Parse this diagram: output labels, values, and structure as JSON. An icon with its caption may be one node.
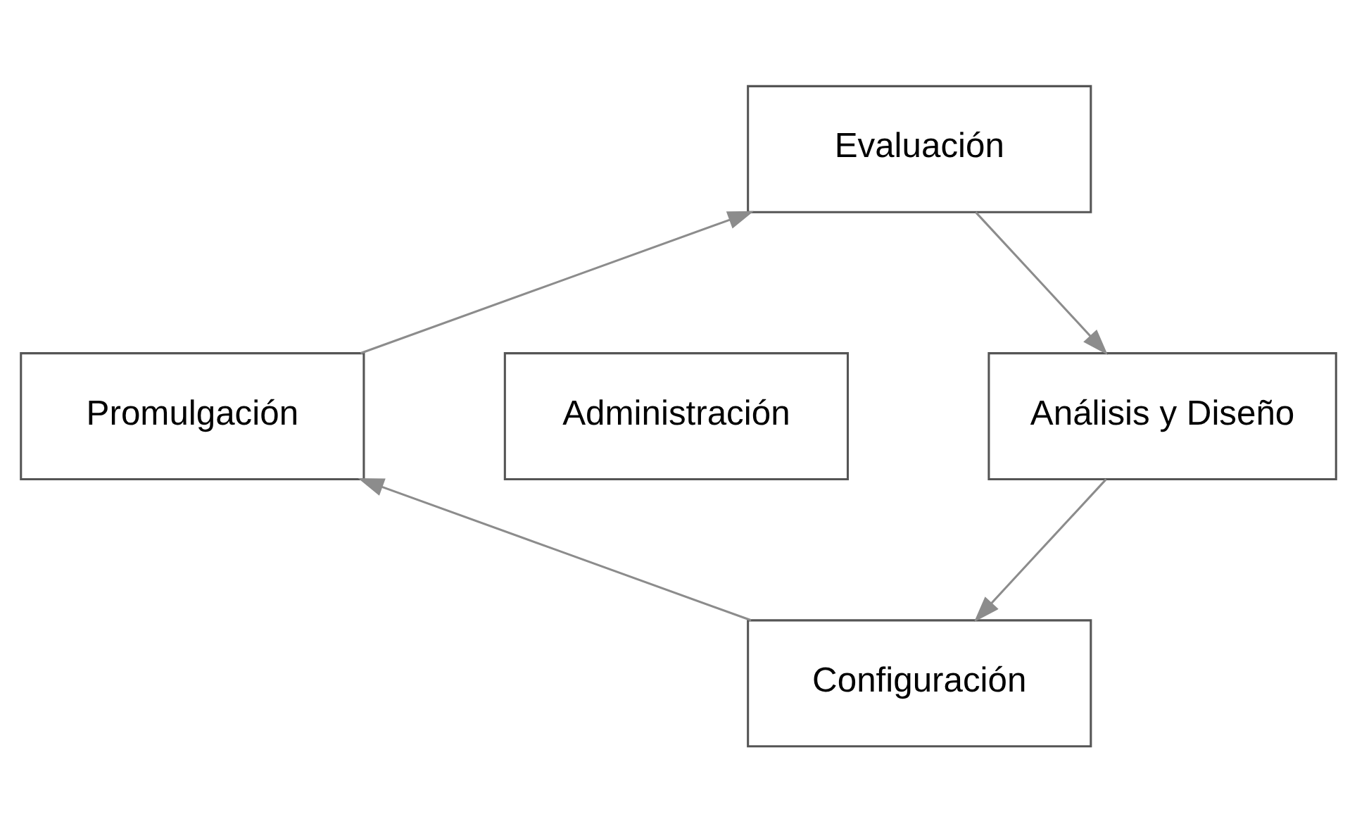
{
  "diagram": {
    "nodes": [
      {
        "text": [
          "Evaluación"
        ]
      },
      {
        "text": [
          "Análisis y Diseño"
        ]
      },
      {
        "text": [
          "Configuración"
        ]
      },
      {
        "text": [
          "Promulgación"
        ]
      },
      {
        "text": [
          "Administración"
        ]
      }
    ],
    "edges": [
      {
        "from": 0,
        "to": 1,
        "arrow": "to"
      },
      {
        "from": 1,
        "to": 2,
        "arrow": "to"
      },
      {
        "from": 2,
        "to": 3,
        "arrow": "to"
      },
      {
        "from": 3,
        "to": 0,
        "arrow": "to"
      }
    ]
  }
}
